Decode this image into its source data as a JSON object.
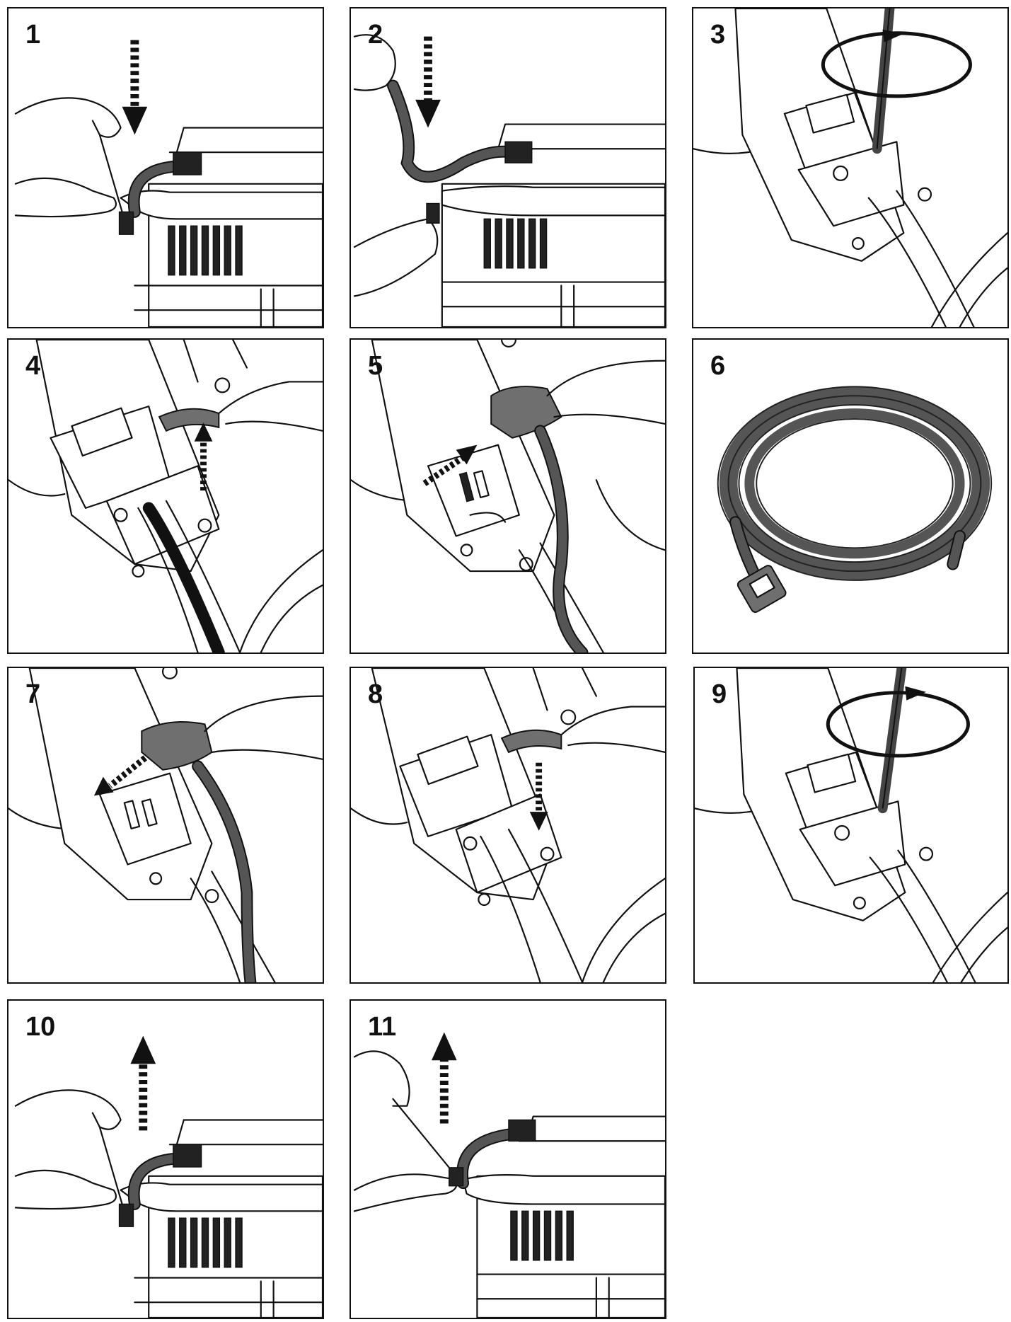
{
  "steps": [
    {
      "label": "1"
    },
    {
      "label": "2"
    },
    {
      "label": "3"
    },
    {
      "label": "4"
    },
    {
      "label": "5"
    },
    {
      "label": "6"
    },
    {
      "label": "7"
    },
    {
      "label": "8"
    },
    {
      "label": "9"
    },
    {
      "label": "10"
    },
    {
      "label": "11"
    }
  ],
  "icons": {
    "arrow_down": "dashed-arrow-down-icon",
    "arrow_up": "dashed-arrow-up-icon",
    "rotate": "rotate-arrow-icon"
  },
  "colors": {
    "line": "#111111",
    "cable": "#555555",
    "part": "#6f6f6f"
  }
}
